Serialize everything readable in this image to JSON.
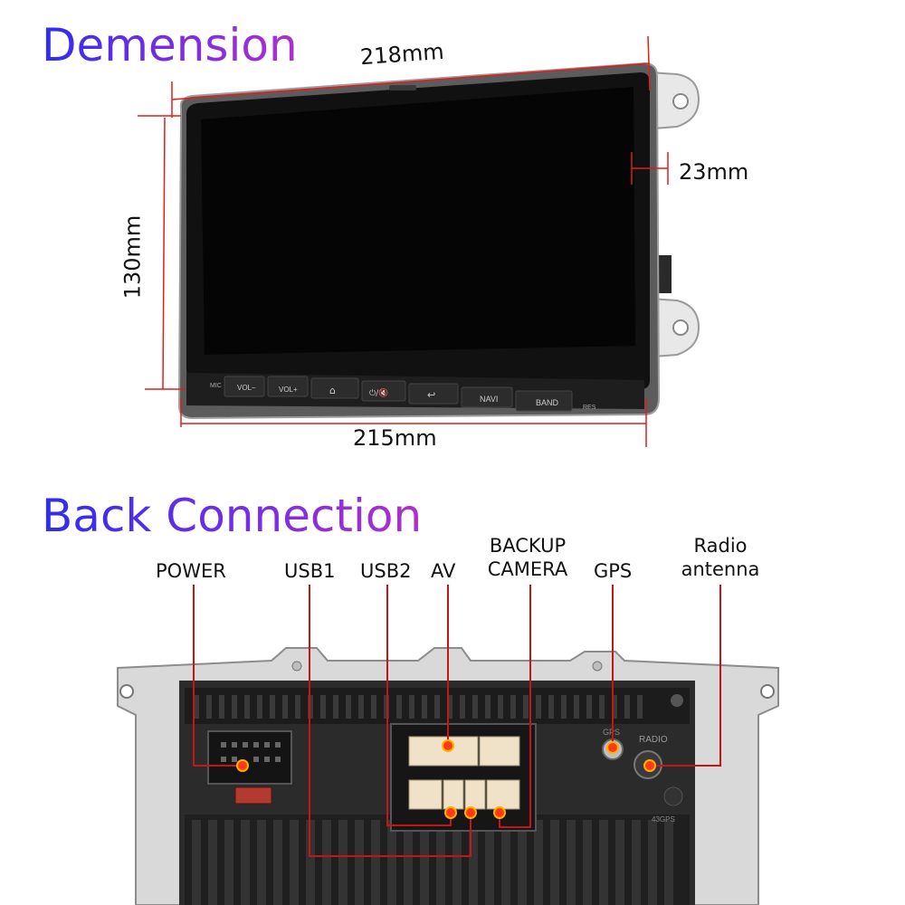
{
  "dimension_section": {
    "title": "Demension",
    "width_top": "218mm",
    "width_bottom": "215mm",
    "height": "130mm",
    "depth": "23mm"
  },
  "head_unit_buttons": [
    "MIC",
    "VOL−",
    "VOL+",
    "⌂",
    "⏻/🔇",
    "↩",
    "NAVI",
    "BAND",
    "RES"
  ],
  "back_section": {
    "title": "Back Connection",
    "ports": {
      "power": "POWER",
      "usb1": "USB1",
      "usb2": "USB2",
      "av": "AV",
      "backup_camera_line1": "BACKUP",
      "backup_camera_line2": "CAMERA",
      "gps": "GPS",
      "radio_line1": "Radio",
      "radio_line2": "antenna"
    },
    "panel_labels": {
      "radio": "RADIO",
      "gps": "GPS",
      "model": "43GPS"
    }
  },
  "colors": {
    "dimension_line": "#e11d1d",
    "callout_line": "#c81414",
    "marker": "#ff2a00",
    "title_gradient_start": "#2d2df0",
    "title_gradient_end": "#b12ecf"
  }
}
